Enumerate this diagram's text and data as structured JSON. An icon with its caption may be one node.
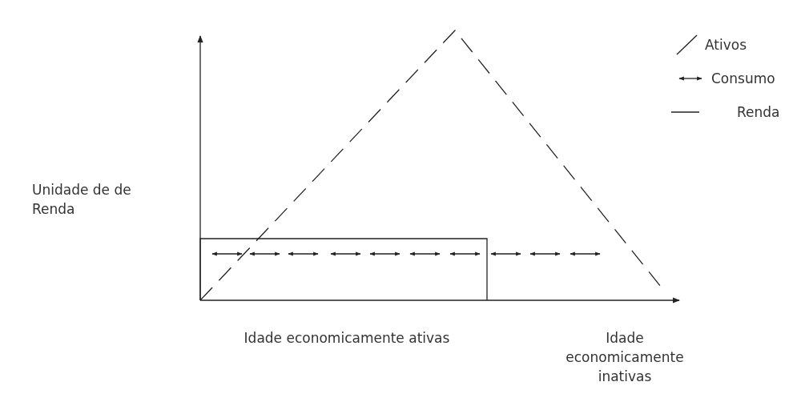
{
  "diagram": {
    "labels": [
      "Unidade de de Renda",
      "Idade economicamente ativas",
      "Idade economicamente inativas"
    ],
    "legend": [
      {
        "text": "Ativos"
      },
      {
        "text": "Consumo"
      },
      {
        "text": "Renda"
      }
    ]
  }
}
